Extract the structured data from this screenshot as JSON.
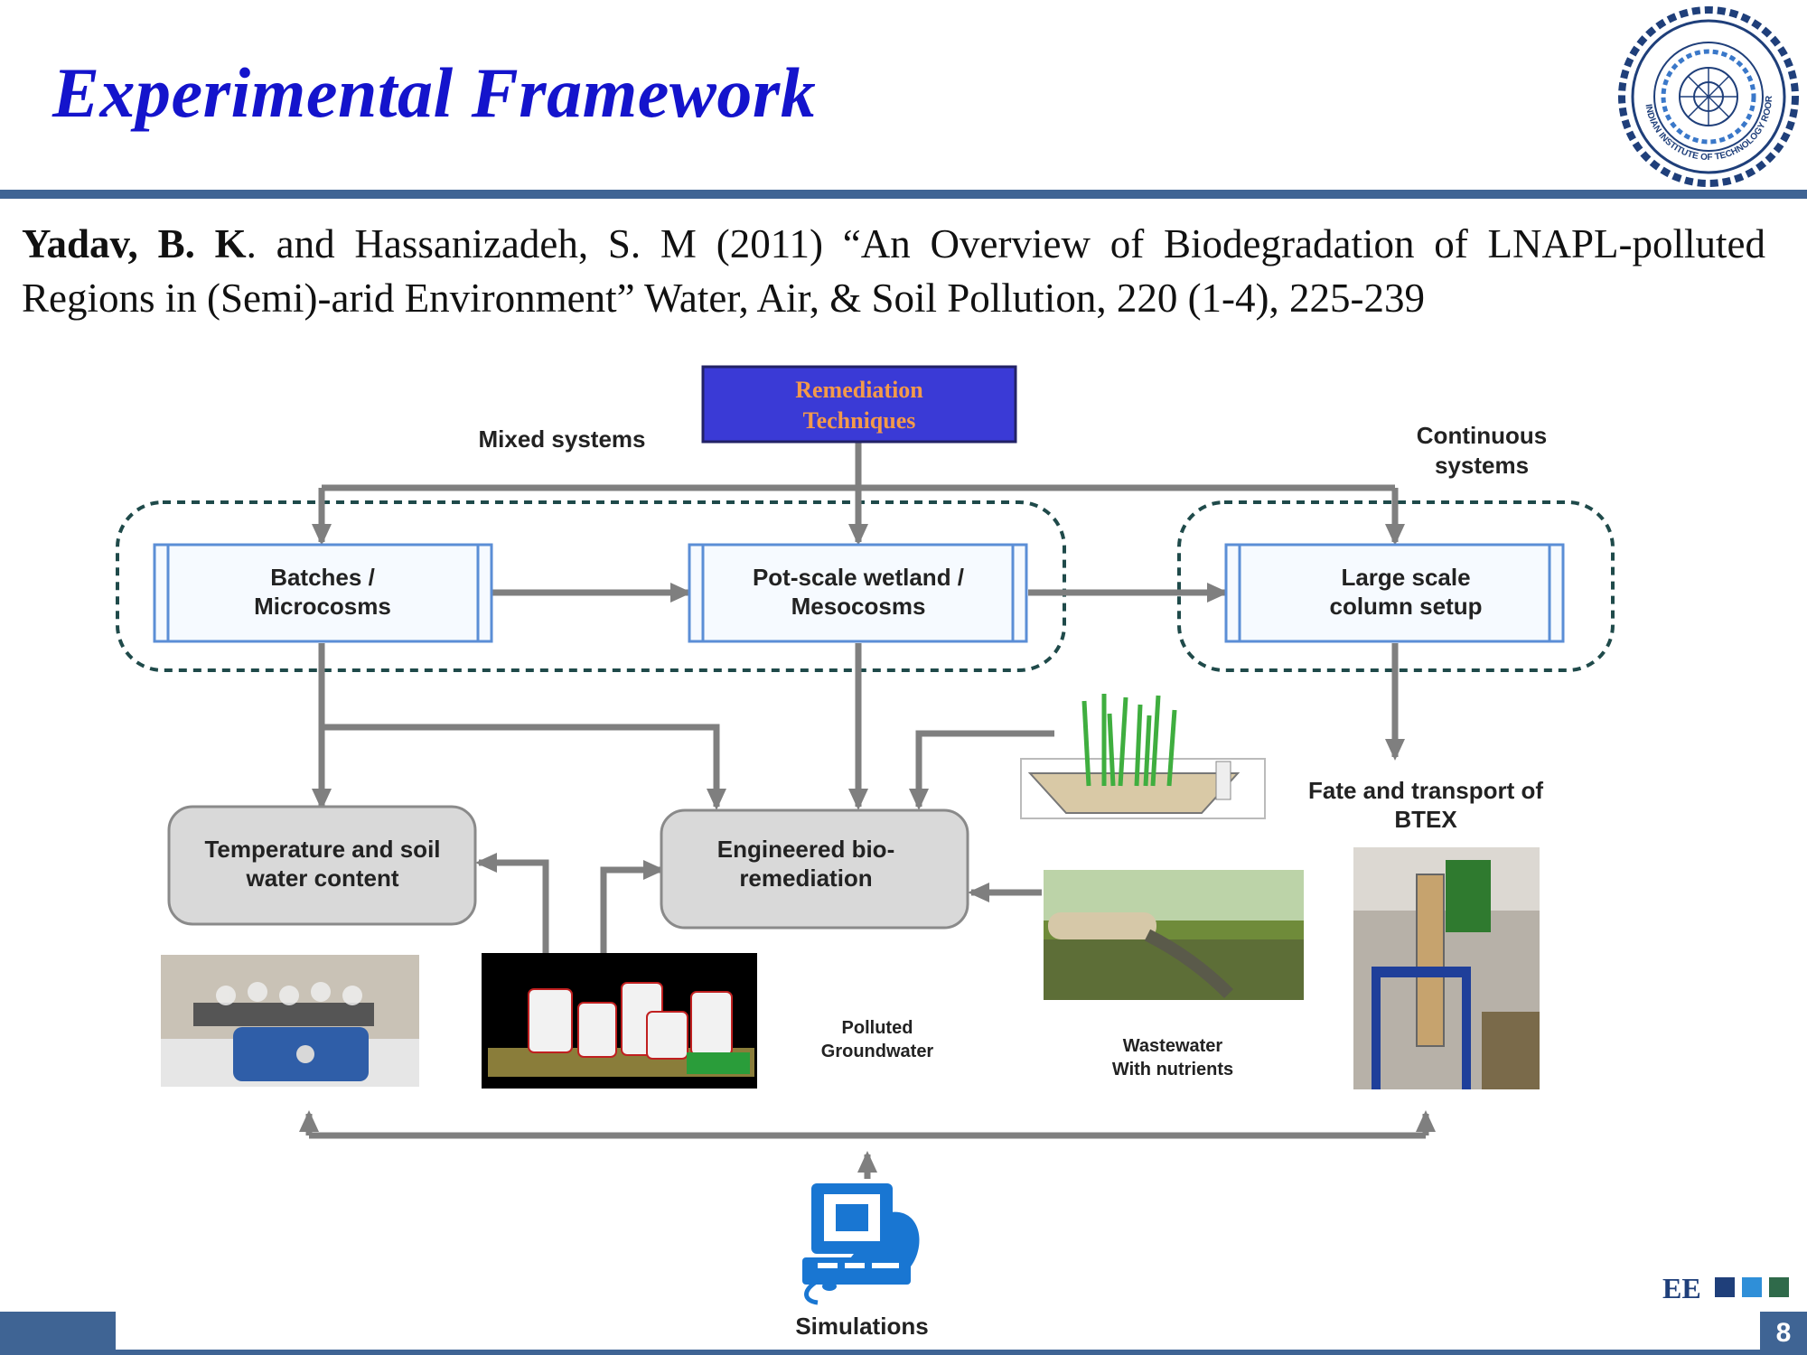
{
  "slide": {
    "title": "Experimental Framework",
    "citation_authors": "Yadav, B. K",
    "citation_rest": ". and Hassanizadeh, S. M (2011) “An Overview of Biodegradation of LNAPL-polluted Regions in (Semi)-arid Environment” Water, Air, & Soil Pollution, 220 (1-4), 225-239",
    "page_number": "8",
    "footer_mark": "EE",
    "logo_text": "INDIAN INSTITUTE OF TECHNOLOGY ROORKEE"
  },
  "diagram": {
    "remediation": [
      "Remediation",
      "Techniques"
    ],
    "mixed_systems": "Mixed systems",
    "continuous_systems": [
      "Continuous",
      "systems"
    ],
    "batches": [
      "Batches /",
      "Microcosms"
    ],
    "pot_scale": [
      "Pot-scale wetland /",
      "Mesocosms"
    ],
    "large_scale": [
      "Large scale",
      "column setup"
    ],
    "temperature": [
      "Temperature and soil",
      "water content"
    ],
    "engineered": [
      "Engineered bio-",
      "remediation"
    ],
    "fate": [
      "Fate and transport of",
      "BTEX"
    ],
    "polluted": [
      "Polluted",
      "Groundwater"
    ],
    "wastewater": [
      "Wastewater",
      "With nutrients"
    ],
    "simulations": "Simulations"
  },
  "colors": {
    "title": "#1414cc",
    "rule": "#3f6494",
    "remediation_box": "#3a3ad6",
    "remediation_text": "#f39a4a",
    "arrow": "#7f7f7f",
    "process_box_border": "#5b8ed6",
    "grey_box": "#d9d9d9",
    "dashed": "#1f4a4a",
    "computer": "#1976d2"
  }
}
